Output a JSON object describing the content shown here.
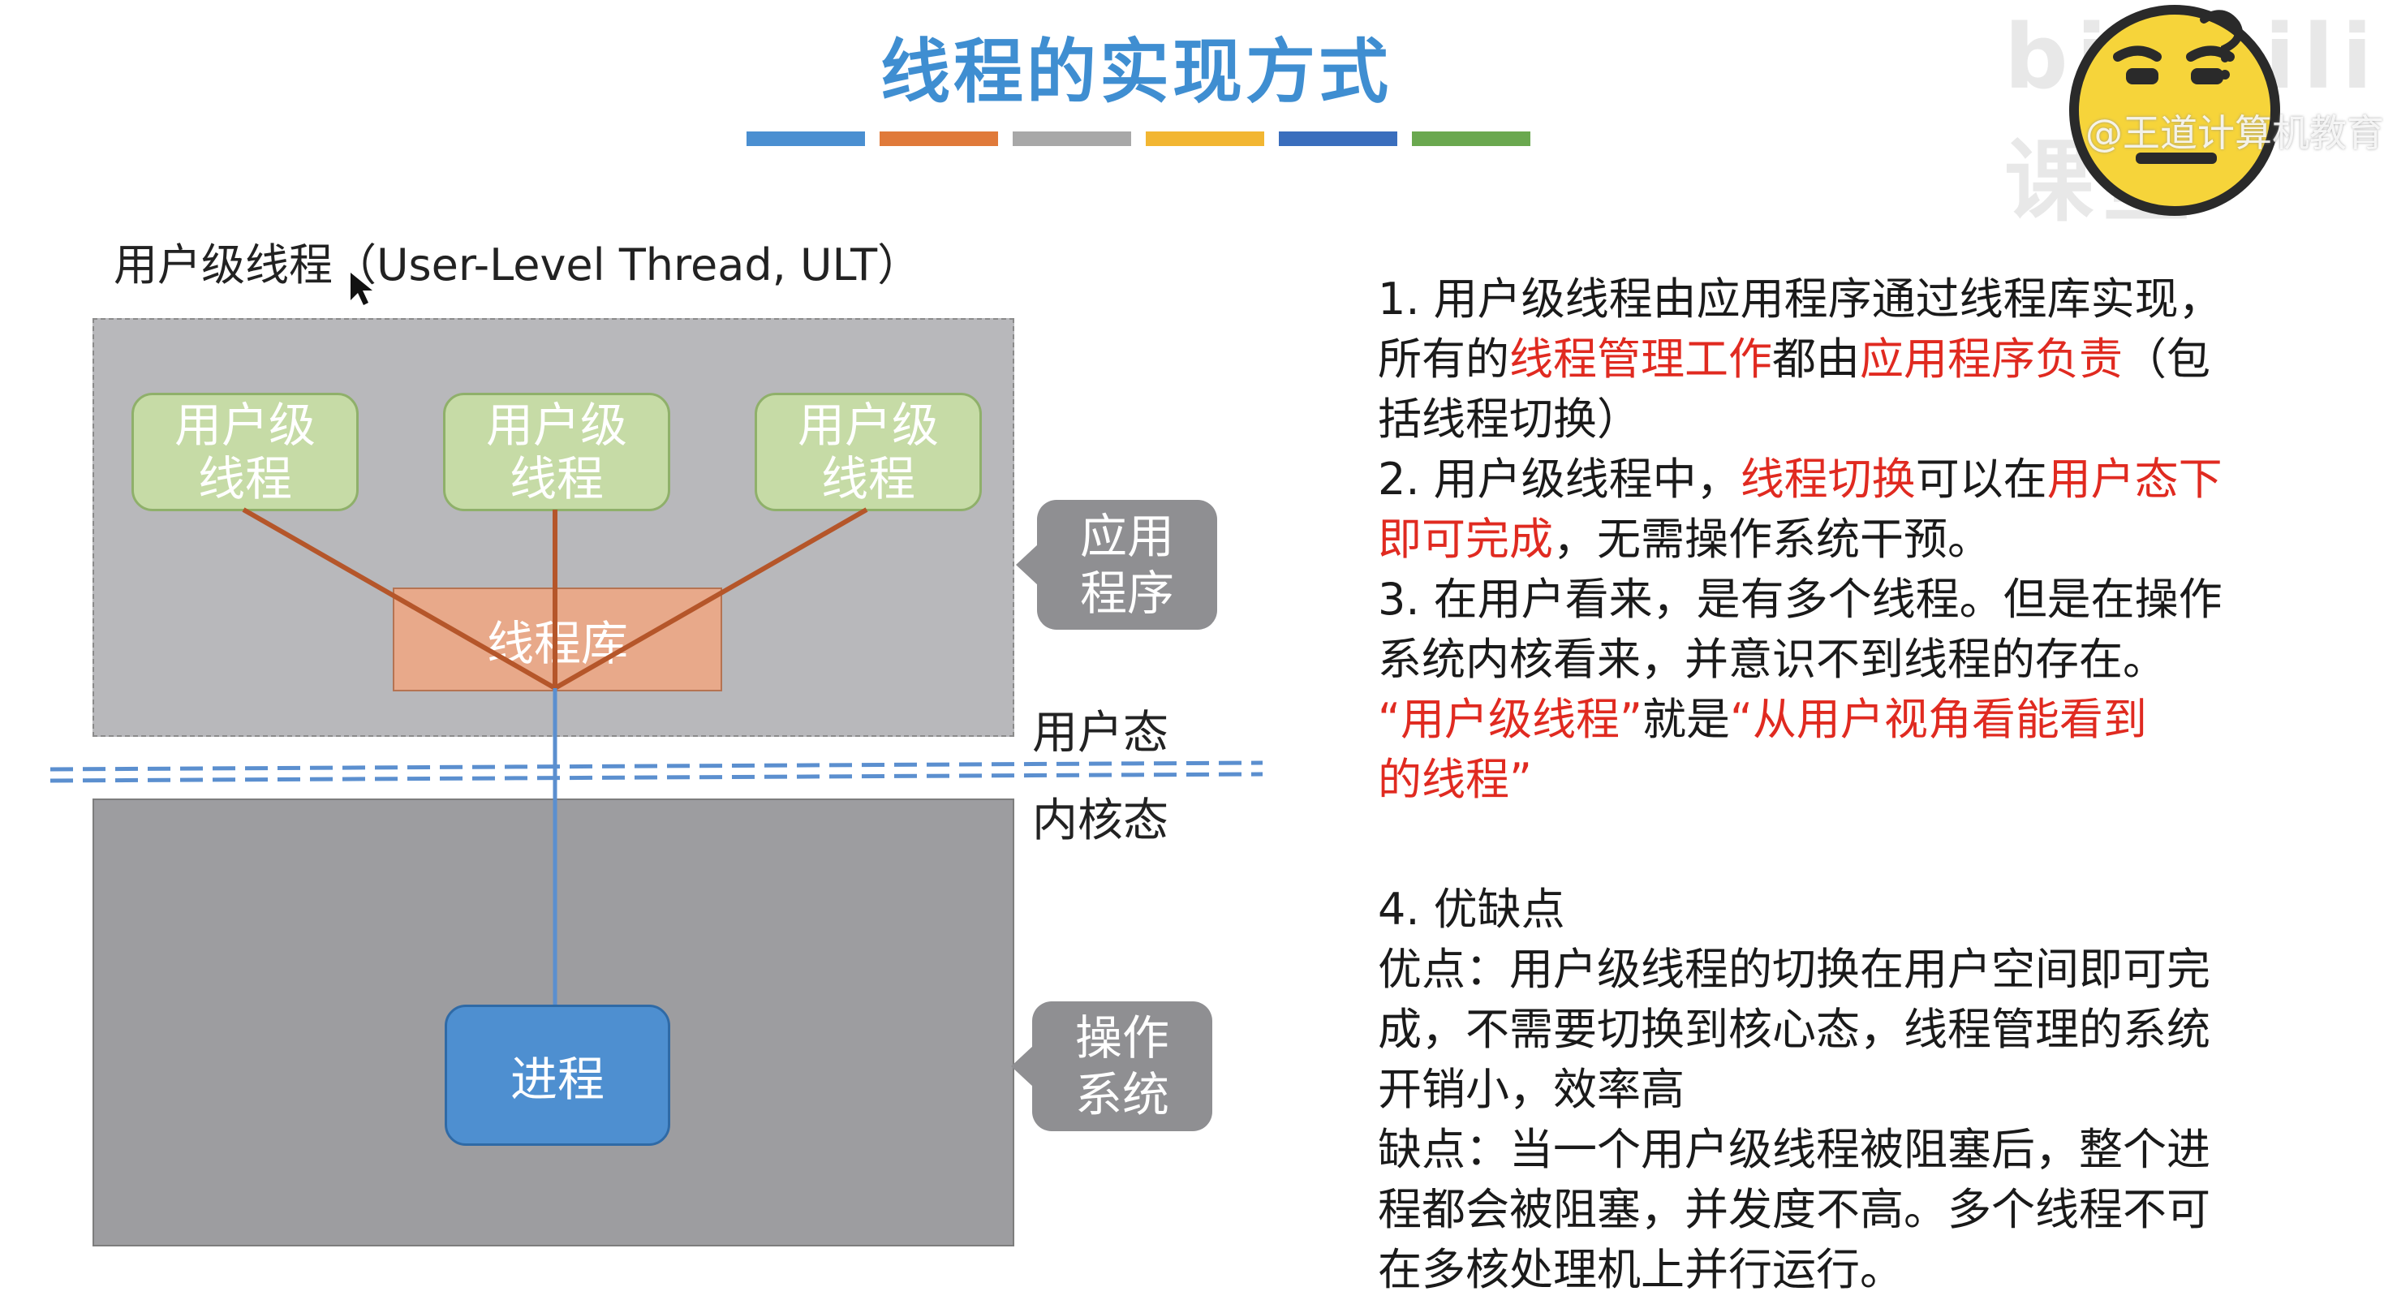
{
  "title": "线程的实现方式",
  "title_bar_colors": [
    "#4a8fd1",
    "#e07a3a",
    "#a8a8a8",
    "#f2b632",
    "#3a6ebd",
    "#6aa84f"
  ],
  "watermark": {
    "logo_text": "bilibili课堂",
    "channel_text": "@王道计算机教育",
    "emoji_icon": "thinking-face-icon"
  },
  "diagram": {
    "heading": "用户级线程（User-Level Thread, ULT）",
    "user_threads": [
      {
        "line1": "用户级",
        "line2": "线程"
      },
      {
        "line1": "用户级",
        "line2": "线程"
      },
      {
        "line1": "用户级",
        "line2": "线程"
      }
    ],
    "thread_library": "线程库",
    "process": "进程",
    "callout_app": {
      "line1": "应用",
      "line2": "程序"
    },
    "callout_os": {
      "line1": "操作",
      "line2": "系统"
    },
    "user_mode": "用户态",
    "kernel_mode": "内核态",
    "colors": {
      "user_space_bg": "#b8b8bb",
      "kernel_space_bg": "#9d9da0",
      "thread_box": "#c6dba6",
      "library_box": "#e8a98a",
      "process_box": "#4e8fd0",
      "connector": "#b5562a",
      "link_line": "#5b8fcf"
    }
  },
  "notes": {
    "p1": {
      "a": "1. 用户级线程由应用程序通过线程库实现，",
      "b": "所有的",
      "c": "线程管理工作",
      "d": "都由",
      "e": "应用程序负责",
      "f": "（包",
      "g": "括线程切换）"
    },
    "p2": {
      "a": "2. 用户级线程中，",
      "b": "线程切换",
      "c": "可以在",
      "d": "用户态下",
      "e": "即可完成",
      "f": "，无需操作系统干预。"
    },
    "p3": {
      "a": "3. 在用户看来，是有多个线程。但是在操作",
      "b": "系统内核看来，并意识不到线程的存在。",
      "c": "“用户级线程”",
      "d": "就是",
      "e": "“从用户视角看能看到",
      "f": "的线程”"
    },
    "p4": {
      "heading": "4. 优缺点",
      "pros_1": "优点：用户级线程的切换在用户空间即可完",
      "pros_2": "成，不需要切换到核心态，线程管理的系统",
      "pros_3": "开销小，效率高",
      "cons_1": "缺点：当一个用户级线程被阻塞后，整个进",
      "cons_2": "程都会被阻塞，并发度不高。多个线程不可",
      "cons_3": "在多核处理机上并行运行。"
    },
    "highlight_color": "#e02a20"
  }
}
